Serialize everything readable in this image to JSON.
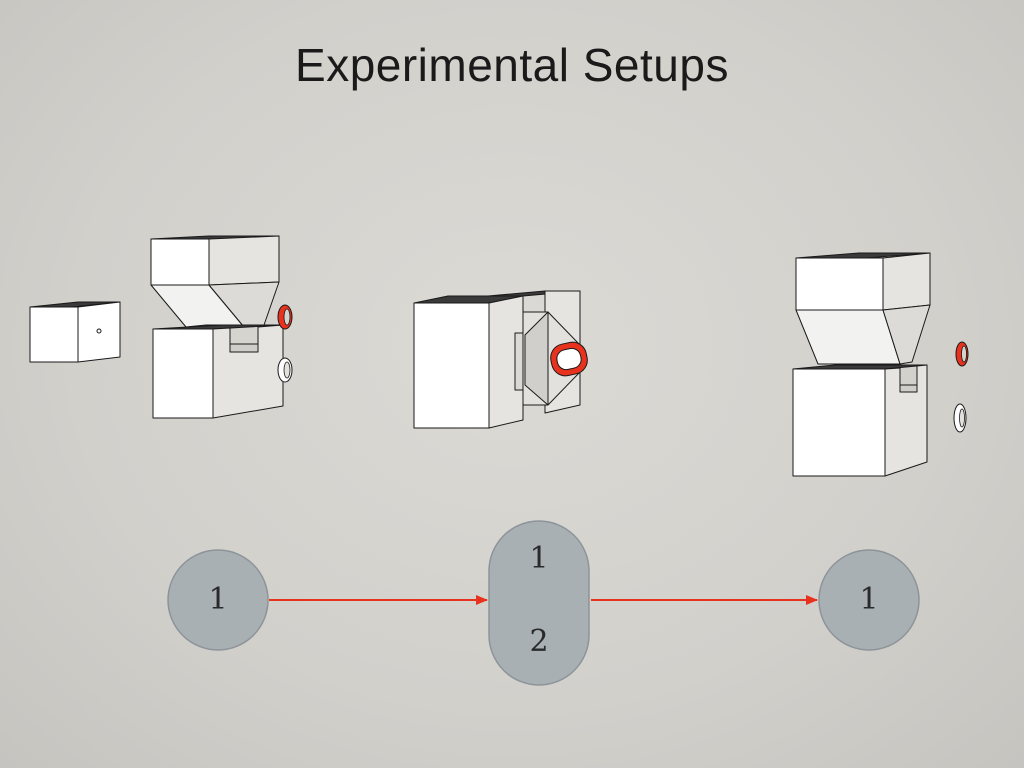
{
  "slide": {
    "title": "Experimental Setups"
  },
  "flow": {
    "node_a_label": "1",
    "node_b_label_top": "1",
    "node_b_label_bottom": "2",
    "node_c_label": "1",
    "arrow_color": "#e8321e",
    "node_fill": "#a9b0b4",
    "node_stroke": "#8d9499"
  },
  "colors": {
    "accent_red": "#e8321e",
    "block_face": "#ffffff",
    "block_side": "#e2e1dd",
    "block_edge": "#1a1a1a"
  }
}
